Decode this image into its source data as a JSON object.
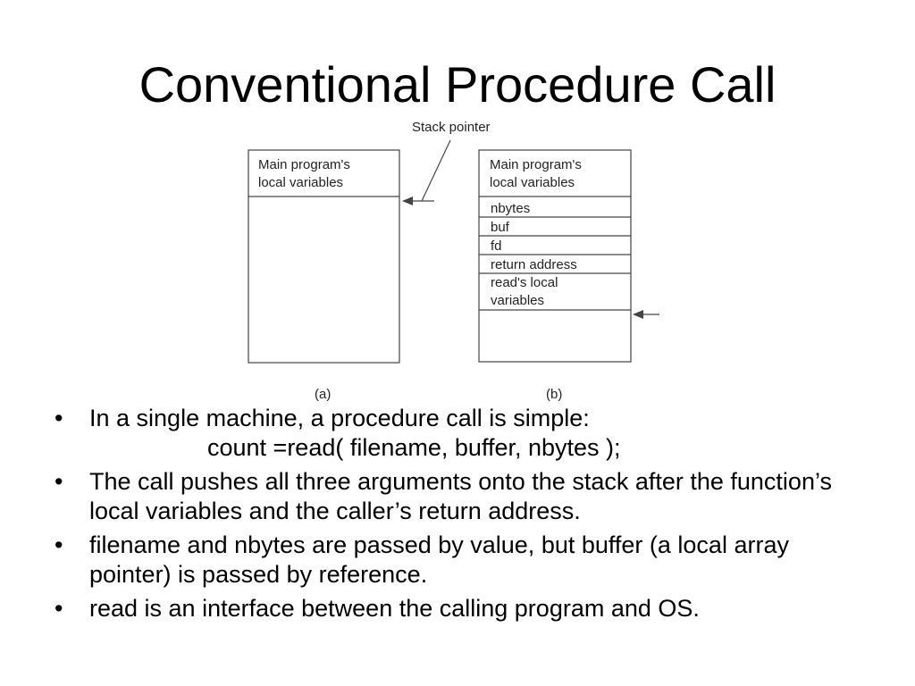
{
  "title": "Conventional Procedure Call",
  "diagram": {
    "stack_pointer_label": "Stack pointer",
    "stack_a": {
      "cells": [
        "Main program's\nlocal variables"
      ],
      "caption": "(a)"
    },
    "stack_b": {
      "cells": [
        "Main program's\nlocal variables",
        "nbytes",
        "buf",
        "fd",
        "return address",
        "read's local\nvariables"
      ],
      "caption": "(b)"
    }
  },
  "bullets": [
    {
      "text": "In a single machine, a procedure call is simple:",
      "code": "count =read( filename, buffer, nbytes );"
    },
    {
      "text": "The call pushes all three arguments onto the stack after the function’s local variables and the caller’s return address."
    },
    {
      "text": "filename and nbytes are passed by value, but buffer (a local array pointer) is passed by reference."
    },
    {
      "text": "read is an interface between the calling program and OS."
    }
  ]
}
